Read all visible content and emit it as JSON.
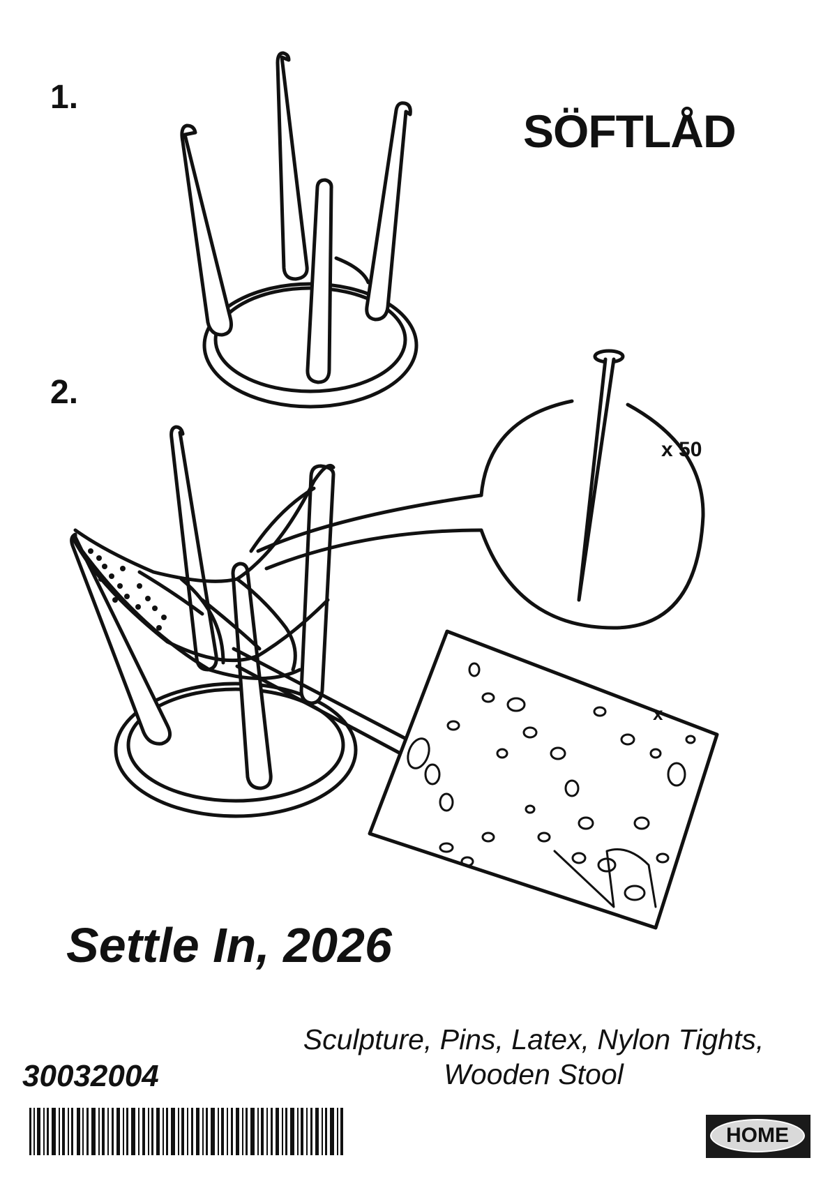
{
  "steps": [
    {
      "number": "1."
    },
    {
      "number": "2."
    }
  ],
  "product_name": "SÖFTLÅD",
  "callouts": {
    "pin_quantity": "x 50",
    "tights_mark": "x"
  },
  "artwork_title": "Settle In, 2026",
  "materials": {
    "line1": "Sculpture, Pins, Latex, Nylon Tights,",
    "line2": "Wooden Stool"
  },
  "article_number": "30032004",
  "badge": {
    "label": "HOME"
  },
  "icons": [
    "stool-illustration",
    "pin-icon",
    "barcode-icon"
  ]
}
